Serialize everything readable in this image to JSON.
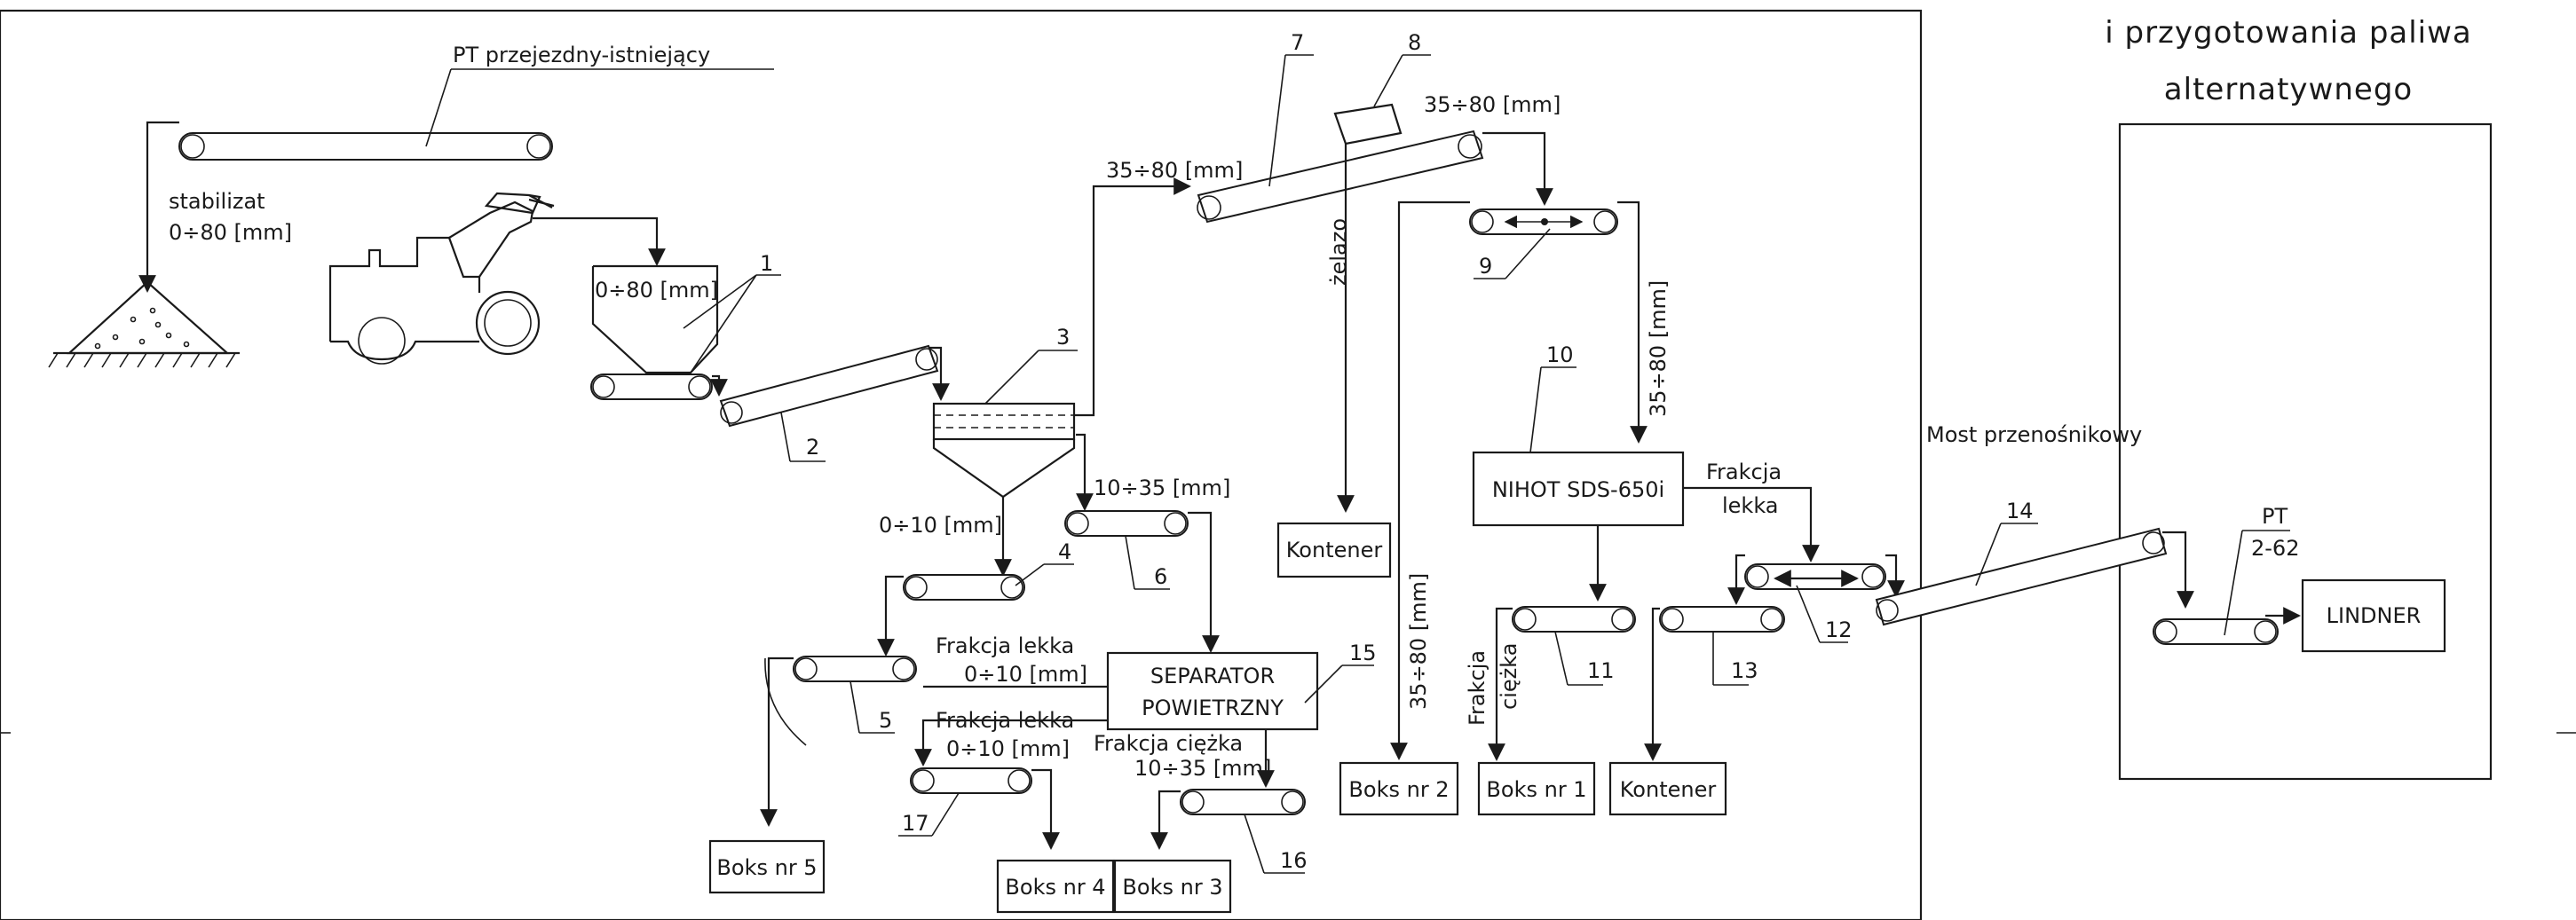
{
  "header": {
    "line1": "i przygotowania paliwa",
    "line2": "alternatywnego"
  },
  "conveyors": {
    "pt_existing": "PT przejezdny-istniejący",
    "pt_2_62_top": "PT",
    "pt_2_62_bottom": "2-62"
  },
  "labels": {
    "stabilizat": "stabilizat",
    "range_0_80_pile": "0÷80 [mm]",
    "range_0_80_hopper": "0÷80 [mm]",
    "range_35_80_a": "35÷80 [mm]",
    "range_35_80_b": "35÷80 [mm]",
    "range_35_80_vertical": "35÷80 [mm]",
    "range_35_80_boks2": "35÷80 [mm]",
    "range_10_35": "10÷35 [mm]",
    "range_0_10": "0÷10 [mm]",
    "zelazo": "żelazo",
    "frakcja_lekka_top_1": "Frakcja",
    "frakcja_lekka_top_2": "lekka",
    "frakcja_ciezka_v_1": "Frakcja",
    "frakcja_ciezka_v_2": "ciężka",
    "frakcja_lekka_1": "Frakcja lekka",
    "frakcja_lekka_1_range": "0÷10 [mm]",
    "frakcja_lekka_2": "Frakcja lekka",
    "frakcja_lekka_2_range": "0÷10 [mm]",
    "frakcja_ciezka": "Frakcja ciężka",
    "frakcja_ciezka_range": "10÷35 [mm]",
    "most": "Most przenośnikowy"
  },
  "equipment": {
    "nihot": "NIHOT SDS-650i",
    "separator_1": "SEPARATOR",
    "separator_2": "POWIETRZNY",
    "lindner": "LINDNER"
  },
  "outputs": {
    "kontener_1": "Kontener",
    "kontener_2": "Kontener",
    "boks_1": "Boks nr 1",
    "boks_2": "Boks nr 2",
    "boks_3": "Boks nr 3",
    "boks_4": "Boks nr 4",
    "boks_5": "Boks nr 5"
  },
  "numbers": {
    "n1": "1",
    "n2": "2",
    "n3": "3",
    "n4": "4",
    "n5": "5",
    "n6": "6",
    "n7": "7",
    "n8": "8",
    "n9": "9",
    "n10": "10",
    "n11": "11",
    "n12": "12",
    "n13": "13",
    "n14": "14",
    "n15": "15",
    "n16": "16",
    "n17": "17"
  }
}
